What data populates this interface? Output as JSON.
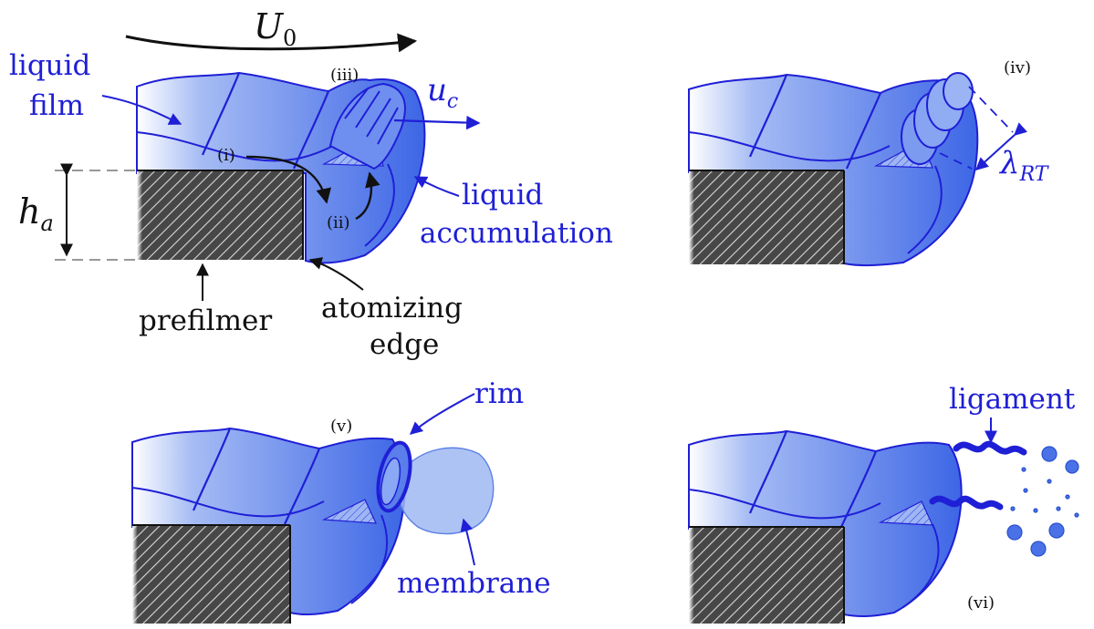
{
  "colors": {
    "liquid_dark": "#3b63e6",
    "liquid_light": "#9db6f4",
    "outline": "#1f1fd6",
    "prefilmer": "#4a4a4a",
    "label_blue": "#1f1fd6",
    "label_black": "#111111"
  },
  "panel_a": {
    "flow_symbol": "U",
    "flow_subscript": "0",
    "liquid_label_line1": "liquid",
    "liquid_label_line2": "film",
    "stage_iii": "(iii)",
    "stage_i": "(i)",
    "stage_ii": "(ii)",
    "velocity_symbol": "u",
    "velocity_subscript": "c",
    "height_symbol": "h",
    "height_subscript": "a",
    "accumulation_line1": "liquid",
    "accumulation_line2": "accumulation",
    "prefilmer_label": "prefilmer",
    "edge_line1": "atomizing",
    "edge_line2": "edge"
  },
  "panel_b": {
    "stage": "(iv)",
    "wavelength_symbol": "λ",
    "wavelength_subscript": "RT"
  },
  "panel_c": {
    "stage": "(v)",
    "rim_label": "rim",
    "membrane_label": "membrane"
  },
  "panel_d": {
    "stage": "(vi)",
    "ligament_label": "ligament"
  }
}
